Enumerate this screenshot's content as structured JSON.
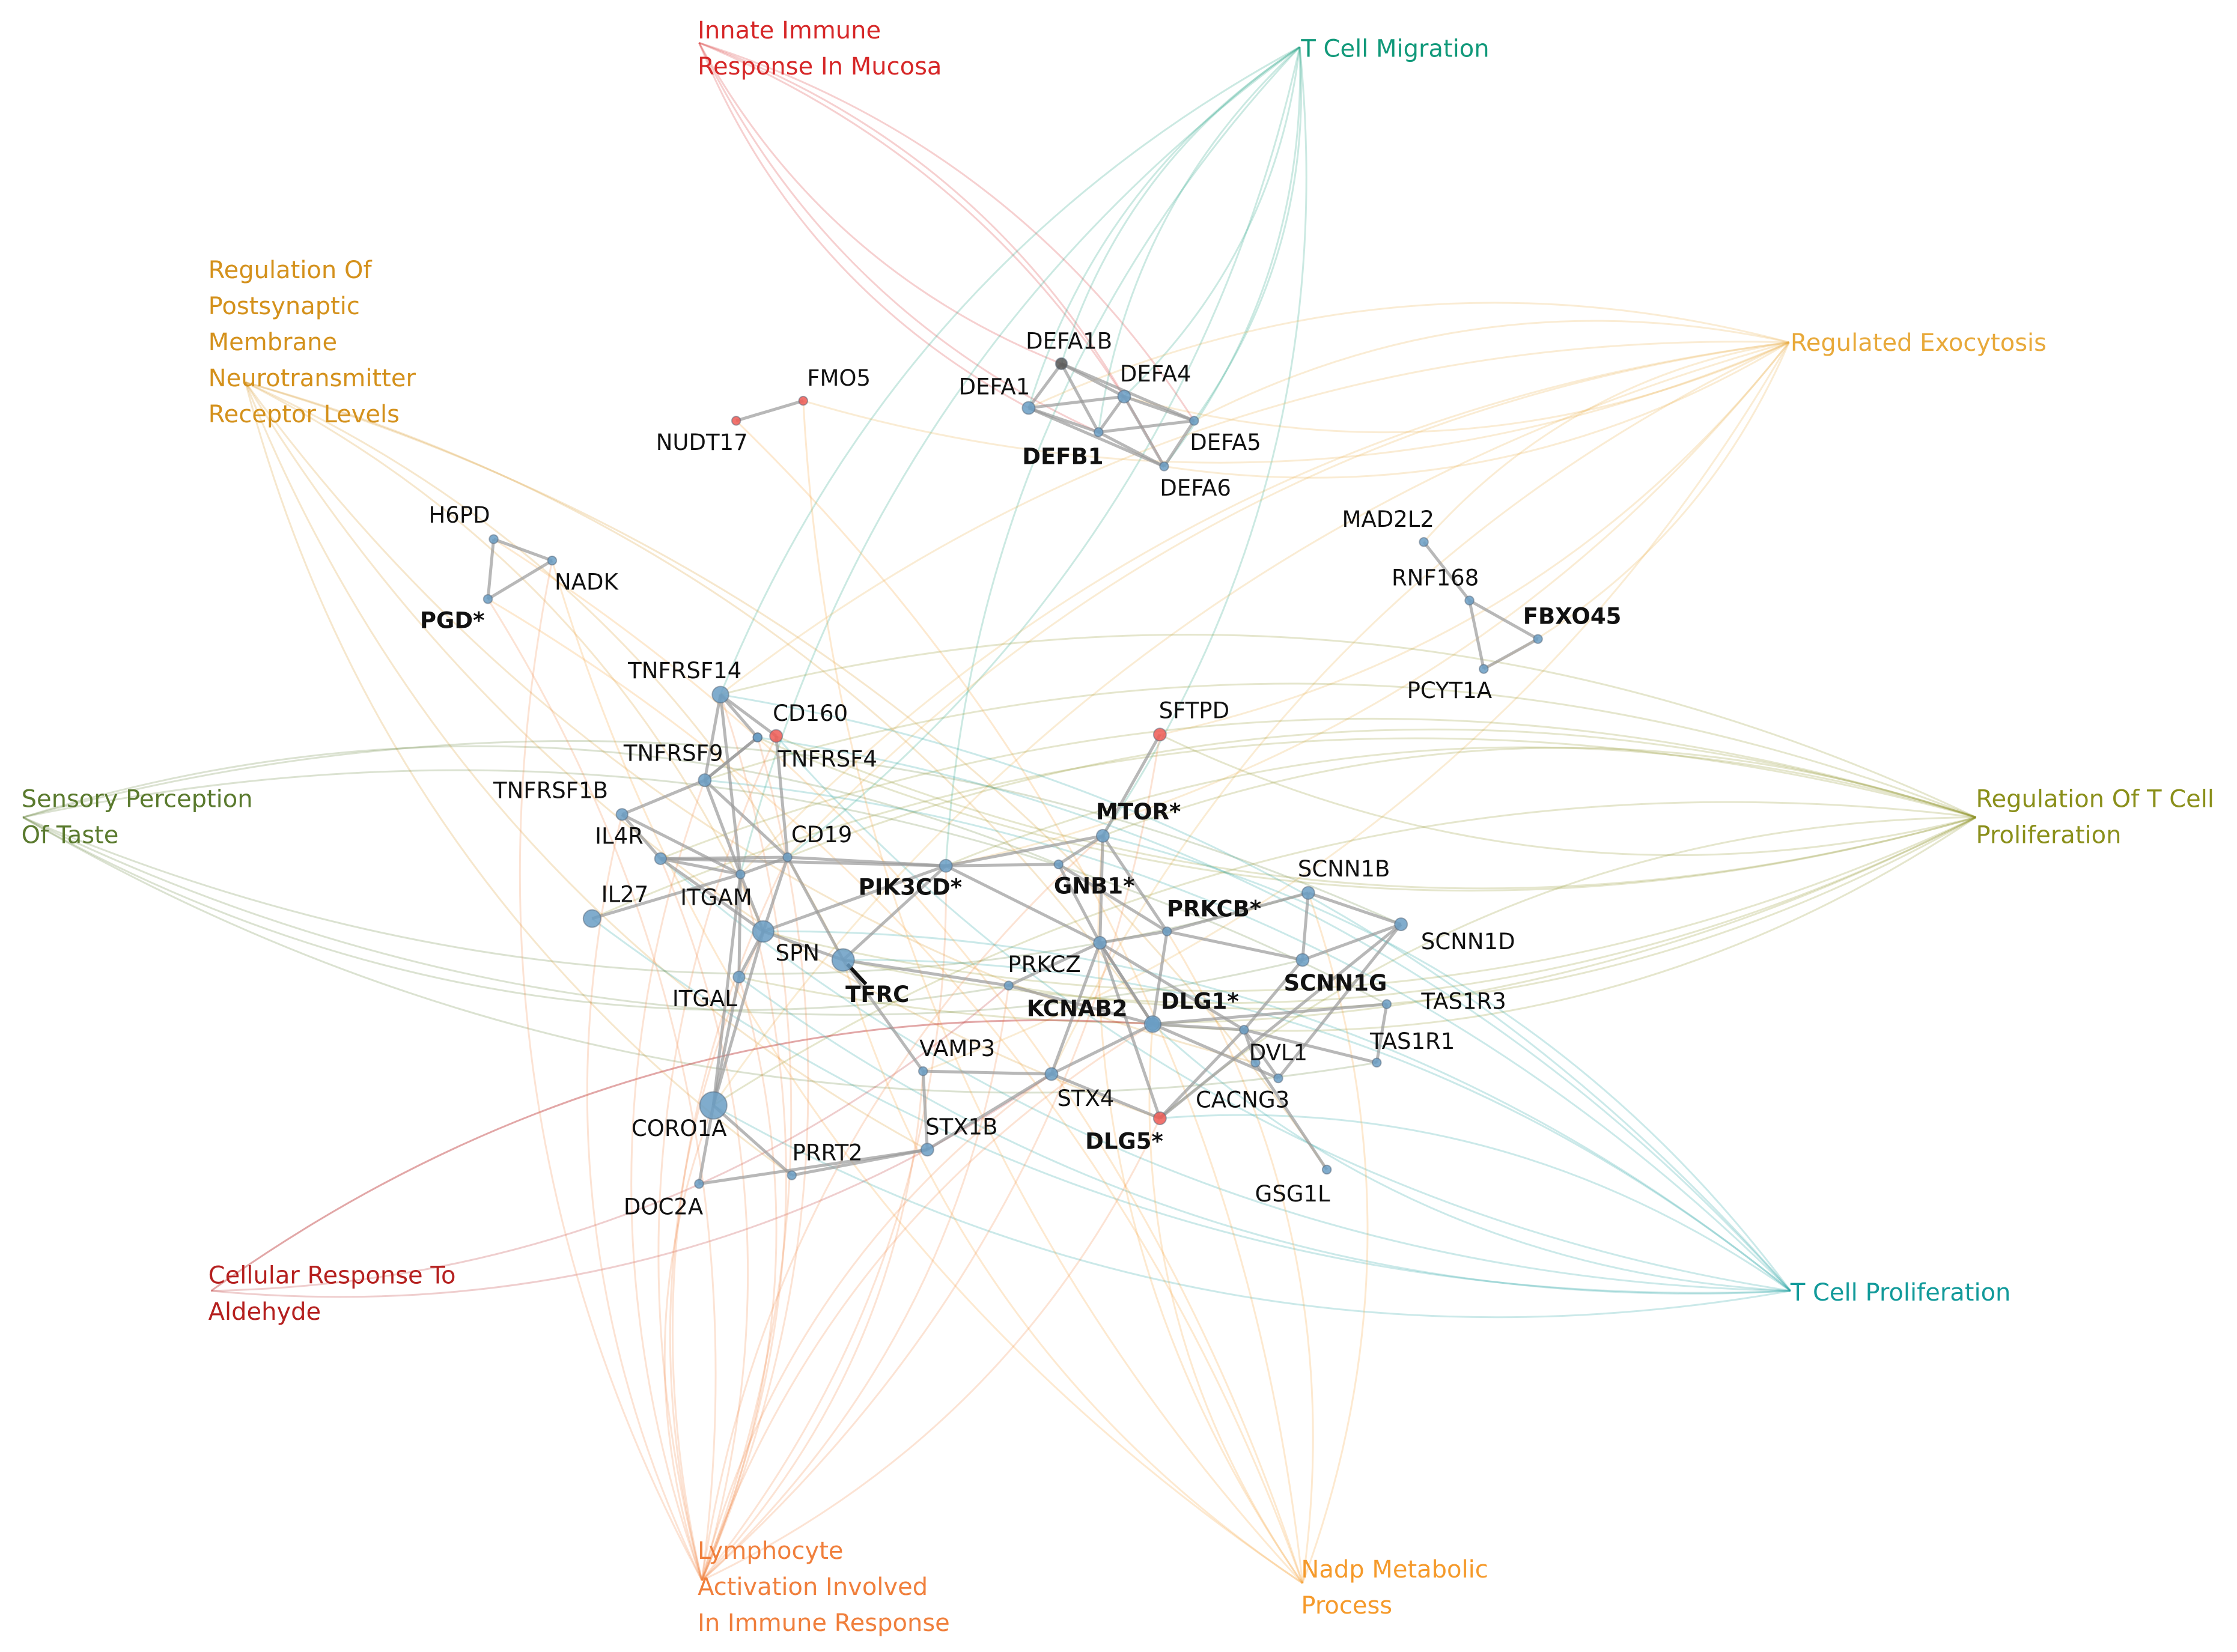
{
  "terms": [
    {
      "id": "innate",
      "lines": [
        "Innate Immune",
        "Response In Mucosa"
      ],
      "color": "#d62728"
    },
    {
      "id": "tmig",
      "lines": [
        "T Cell Migration"
      ],
      "color": "#11997a"
    },
    {
      "id": "postsyn",
      "lines": [
        "Regulation Of",
        "Postsynaptic",
        "Membrane",
        "Neurotransmitter",
        "Receptor Levels"
      ],
      "color": "#d4911c"
    },
    {
      "id": "exo",
      "lines": [
        "Regulated Exocytosis"
      ],
      "color": "#e8a93a"
    },
    {
      "id": "taste",
      "lines": [
        "Sensory Perception",
        "Of Taste"
      ],
      "color": "#5a7a2e"
    },
    {
      "id": "tprolreg",
      "lines": [
        "Regulation Of T Cell",
        "Proliferation"
      ],
      "color": "#8a8f1a"
    },
    {
      "id": "aldehyde",
      "lines": [
        "Cellular Response To",
        "Aldehyde"
      ],
      "color": "#b5201f"
    },
    {
      "id": "tprol",
      "lines": [
        "T Cell Proliferation"
      ],
      "color": "#129a9a"
    },
    {
      "id": "lymph",
      "lines": [
        "Lymphocyte",
        "Activation Involved",
        "In Immune Response"
      ],
      "color": "#f07f3c"
    },
    {
      "id": "nadp",
      "lines": [
        "Nadp Metabolic",
        "Process"
      ],
      "color": "#f59a2b"
    }
  ],
  "genes": [
    {
      "id": "DEFA1B",
      "label": "DEFA1B",
      "color": "#555555",
      "size": 1.2
    },
    {
      "id": "DEFA4",
      "label": "DEFA4",
      "color": "#6a9ec4",
      "size": 1.3
    },
    {
      "id": "DEFA1",
      "label": "DEFA1",
      "color": "#6a9ec4",
      "size": 1.3
    },
    {
      "id": "DEFA5",
      "label": "DEFA5",
      "color": "#6a9ec4",
      "size": 0.9
    },
    {
      "id": "DEFB1",
      "label": "DEFB1",
      "color": "#6a9ec4",
      "size": 0.9,
      "bold": true
    },
    {
      "id": "DEFA6",
      "label": "DEFA6",
      "color": "#6a9ec4",
      "size": 0.9
    },
    {
      "id": "FMO5",
      "label": "FMO5",
      "color": "#ee5a55",
      "size": 0.9
    },
    {
      "id": "NUDT17",
      "label": "NUDT17",
      "color": "#ee5a55",
      "size": 0.9
    },
    {
      "id": "H6PD",
      "label": "H6PD",
      "color": "#6a9ec4",
      "size": 0.9
    },
    {
      "id": "NADK",
      "label": "NADK",
      "color": "#6a9ec4",
      "size": 0.9
    },
    {
      "id": "PGD",
      "label": "PGD*",
      "color": "#6a9ec4",
      "size": 0.9,
      "bold": true
    },
    {
      "id": "MAD2L2",
      "label": "MAD2L2",
      "color": "#6a9ec4",
      "size": 0.9
    },
    {
      "id": "RNF168",
      "label": "RNF168",
      "color": "#6a9ec4",
      "size": 0.9
    },
    {
      "id": "FBXO45",
      "label": "FBXO45",
      "color": "#6a9ec4",
      "size": 0.9,
      "bold": true
    },
    {
      "id": "PCYT1A",
      "label": "PCYT1A",
      "color": "#6a9ec4",
      "size": 0.9
    },
    {
      "id": "TNFRSF14",
      "label": "TNFRSF14",
      "color": "#6a9ec4",
      "size": 1.7
    },
    {
      "id": "CD160",
      "label": "CD160",
      "color": "#ee5a55",
      "size": 1.3
    },
    {
      "id": "TNFRSF9",
      "label": "TNFRSF9",
      "color": "#6a9ec4",
      "size": 1.3
    },
    {
      "id": "TNFRSF4",
      "label": "TNFRSF4",
      "color": "#6a9ec4",
      "size": 0.9
    },
    {
      "id": "TNFRSF1B",
      "label": "TNFRSF1B",
      "color": "#6a9ec4",
      "size": 1.2
    },
    {
      "id": "IL4R",
      "label": "IL4R",
      "color": "#6a9ec4",
      "size": 1.2
    },
    {
      "id": "CD19",
      "label": "CD19",
      "color": "#6a9ec4",
      "size": 0.9
    },
    {
      "id": "ITGAM",
      "label": "ITGAM",
      "color": "#6a9ec4",
      "size": 0.9
    },
    {
      "id": "IL27",
      "label": "IL27",
      "color": "#6a9ec4",
      "size": 1.8
    },
    {
      "id": "SPN",
      "label": "SPN",
      "color": "#6a9ec4",
      "size": 2.2
    },
    {
      "id": "TFRC",
      "label": "TFRC",
      "color": "#6a9ec4",
      "size": 2.3,
      "bold": true
    },
    {
      "id": "ITGAL",
      "label": "ITGAL",
      "color": "#6a9ec4",
      "size": 1.2
    },
    {
      "id": "CORO1A",
      "label": "CORO1A",
      "color": "#6a9ec4",
      "size": 2.8
    },
    {
      "id": "DOC2A",
      "label": "DOC2A",
      "color": "#6a9ec4",
      "size": 0.9
    },
    {
      "id": "PRRT2",
      "label": "PRRT2",
      "color": "#6a9ec4",
      "size": 0.9
    },
    {
      "id": "STX1B",
      "label": "STX1B",
      "color": "#6a9ec4",
      "size": 1.3
    },
    {
      "id": "VAMP3",
      "label": "VAMP3",
      "color": "#6a9ec4",
      "size": 0.9
    },
    {
      "id": "STX4",
      "label": "STX4",
      "color": "#6a9ec4",
      "size": 1.3
    },
    {
      "id": "PRKCZ",
      "label": "PRKCZ",
      "color": "#6a9ec4",
      "size": 0.9
    },
    {
      "id": "PIK3CD",
      "label": "PIK3CD*",
      "color": "#6a9ec4",
      "size": 1.3,
      "bold": true
    },
    {
      "id": "MTOR",
      "label": "MTOR*",
      "color": "#6a9ec4",
      "size": 1.3,
      "bold": true
    },
    {
      "id": "SFTPD",
      "label": "SFTPD",
      "color": "#ee5a55",
      "size": 1.3
    },
    {
      "id": "GNB1",
      "label": "GNB1*",
      "color": "#6a9ec4",
      "size": 0.9,
      "bold": true
    },
    {
      "id": "PRKCB",
      "label": "PRKCB*",
      "color": "#6a9ec4",
      "size": 0.9,
      "bold": true
    },
    {
      "id": "KCNAB2",
      "label": "KCNAB2",
      "color": "#6a9ec4",
      "size": 1.3,
      "bold": true
    },
    {
      "id": "DLG1",
      "label": "DLG1*",
      "color": "#6a9ec4",
      "size": 1.7,
      "bold": true
    },
    {
      "id": "SCNN1B",
      "label": "SCNN1B",
      "color": "#6a9ec4",
      "size": 1.3
    },
    {
      "id": "SCNN1D",
      "label": "SCNN1D",
      "color": "#6a9ec4",
      "size": 1.3
    },
    {
      "id": "SCNN1G",
      "label": "SCNN1G",
      "color": "#6a9ec4",
      "size": 1.3,
      "bold": true
    },
    {
      "id": "TAS1R3",
      "label": "TAS1R3",
      "color": "#6a9ec4",
      "size": 0.9
    },
    {
      "id": "TAS1R1",
      "label": "TAS1R1",
      "color": "#6a9ec4",
      "size": 0.9
    },
    {
      "id": "DVL1",
      "label": "DVL1",
      "color": "#6a9ec4",
      "size": 0.9
    },
    {
      "id": "CACNG3",
      "label": "CACNG3",
      "color": "#6a9ec4",
      "size": 0.9
    },
    {
      "id": "DLG5",
      "label": "DLG5*",
      "color": "#ee5a55",
      "size": 1.3,
      "bold": true
    },
    {
      "id": "GSG1L",
      "label": "GSG1L",
      "color": "#6a9ec4",
      "size": 0.9
    },
    {
      "id": "IL_hub",
      "label": "",
      "color": "#6a9ec4",
      "size": 0.9
    },
    {
      "id": "PRKC_hub",
      "label": "",
      "color": "#6a9ec4",
      "size": 1.3
    },
    {
      "id": "DLG_hub",
      "label": "",
      "color": "#6a9ec4",
      "size": 0.9
    }
  ],
  "ppi_edges": [
    [
      "DEFA1B",
      "DEFA4"
    ],
    [
      "DEFA1B",
      "DEFA1"
    ],
    [
      "DEFA1B",
      "DEFB1"
    ],
    [
      "DEFA1B",
      "DEFA5"
    ],
    [
      "DEFA1",
      "DEFA4"
    ],
    [
      "DEFA1",
      "DEFB1"
    ],
    [
      "DEFA1",
      "DEFA6"
    ],
    [
      "DEFA4",
      "DEFB1"
    ],
    [
      "DEFA4",
      "DEFA5"
    ],
    [
      "DEFA4",
      "DEFA6"
    ],
    [
      "DEFB1",
      "DEFA5"
    ],
    [
      "DEFA5",
      "DEFA6"
    ],
    [
      "DEFB1",
      "DEFA6"
    ],
    [
      "FMO5",
      "NUDT17"
    ],
    [
      "H6PD",
      "NADK"
    ],
    [
      "H6PD",
      "PGD"
    ],
    [
      "NADK",
      "PGD"
    ],
    [
      "MAD2L2",
      "RNF168"
    ],
    [
      "RNF168",
      "FBXO45"
    ],
    [
      "RNF168",
      "PCYT1A"
    ],
    [
      "FBXO45",
      "PCYT1A"
    ],
    [
      "TNFRSF14",
      "CD160"
    ],
    [
      "TNFRSF14",
      "TNFRSF9"
    ],
    [
      "TNFRSF14",
      "IL_hub"
    ],
    [
      "TNFRSF14",
      "ITGAM"
    ],
    [
      "TNFRSF9",
      "TNFRSF4"
    ],
    [
      "TNFRSF9",
      "IL_hub"
    ],
    [
      "TNFRSF9",
      "CD19"
    ],
    [
      "TNFRSF9",
      "ITGAM"
    ],
    [
      "TNFRSF9",
      "TNFRSF1B"
    ],
    [
      "TNFRSF4",
      "IL_hub"
    ],
    [
      "TNFRSF1B",
      "ITGAM"
    ],
    [
      "TNFRSF1B",
      "IL4R"
    ],
    [
      "IL4R",
      "ITGAM"
    ],
    [
      "IL4R",
      "CD19"
    ],
    [
      "IL4R",
      "PIK3CD"
    ],
    [
      "IL4R",
      "SPN"
    ],
    [
      "CD19",
      "ITGAM"
    ],
    [
      "CD19",
      "PIK3CD"
    ],
    [
      "CD19",
      "SPN"
    ],
    [
      "CD19",
      "TFRC"
    ],
    [
      "CD19",
      "CD160"
    ],
    [
      "ITGAM",
      "SPN"
    ],
    [
      "ITGAM",
      "ITGAL"
    ],
    [
      "ITGAM",
      "CORO1A"
    ],
    [
      "ITGAM",
      "IL27"
    ],
    [
      "SPN",
      "ITGAL"
    ],
    [
      "SPN",
      "CORO1A"
    ],
    [
      "SPN",
      "TFRC"
    ],
    [
      "SPN",
      "PIK3CD"
    ],
    [
      "TFRC",
      "PRKCZ"
    ],
    [
      "TFRC",
      "VAMP3"
    ],
    [
      "TFRC",
      "PIK3CD"
    ],
    [
      "ITGAL",
      "CORO1A"
    ],
    [
      "CORO1A",
      "DOC2A"
    ],
    [
      "CORO1A",
      "PRRT2"
    ],
    [
      "DOC2A",
      "STX1B"
    ],
    [
      "PRRT2",
      "STX1B"
    ],
    [
      "STX1B",
      "STX4"
    ],
    [
      "VAMP3",
      "STX4"
    ],
    [
      "VAMP3",
      "STX1B"
    ],
    [
      "STX4",
      "PRKC_hub"
    ],
    [
      "STX4",
      "DLG5"
    ],
    [
      "STX4",
      "KCNAB2"
    ],
    [
      "PRKCZ",
      "PRKC_hub"
    ],
    [
      "PRKCZ",
      "DLG1"
    ],
    [
      "PIK3CD",
      "MTOR"
    ],
    [
      "PIK3CD",
      "GNB1"
    ],
    [
      "PIK3CD",
      "PRKC_hub"
    ],
    [
      "MTOR",
      "SFTPD"
    ],
    [
      "MTOR",
      "PRKCB"
    ],
    [
      "MTOR",
      "PRKC_hub"
    ],
    [
      "MTOR",
      "GNB1"
    ],
    [
      "GNB1",
      "PRKC_hub"
    ],
    [
      "GNB1",
      "PRKCB"
    ],
    [
      "PRKCB",
      "PRKC_hub"
    ],
    [
      "PRKCB",
      "SCNN1B"
    ],
    [
      "PRKCB",
      "SCNN1G"
    ],
    [
      "PRKCB",
      "DLG1"
    ],
    [
      "PRKC_hub",
      "DLG1"
    ],
    [
      "PRKC_hub",
      "KCNAB2"
    ],
    [
      "PRKC_hub",
      "DLG_hub"
    ],
    [
      "DLG1",
      "DLG_hub"
    ],
    [
      "DLG1",
      "KCNAB2"
    ],
    [
      "DLG1",
      "DVL1"
    ],
    [
      "DLG1",
      "TAS1R3"
    ],
    [
      "DLG_hub",
      "DVL1"
    ],
    [
      "DLG_hub",
      "TAS1R1"
    ],
    [
      "DLG_hub",
      "CACNG3"
    ],
    [
      "DLG_hub",
      "DLG5"
    ],
    [
      "SCNN1B",
      "SCNN1D"
    ],
    [
      "SCNN1B",
      "SCNN1G"
    ],
    [
      "SCNN1D",
      "SCNN1G"
    ],
    [
      "SCNN1D",
      "DVL1"
    ],
    [
      "SCNN1D",
      "DLG5"
    ],
    [
      "SCNN1G",
      "DLG_hub"
    ],
    [
      "TAS1R3",
      "TAS1R1"
    ],
    [
      "CACNG3",
      "GSG1L"
    ],
    [
      "DLG5",
      "PRKC_hub"
    ]
  ],
  "enrichment_edges": {
    "innate": [
      "DEFA1B",
      "DEFA4",
      "DEFA1",
      "DEFA5",
      "DEFB1",
      "DEFA6"
    ],
    "tmig": [
      "DEFA1B",
      "DEFA4",
      "DEFA1",
      "DEFA5",
      "DEFB1",
      "DEFA6",
      "TNFRSF14",
      "CD19",
      "ITGAM",
      "MTOR",
      "PIK3CD"
    ],
    "postsyn": [
      "PRRT2",
      "DLG1",
      "CACNG3",
      "GSG1L",
      "STX1B",
      "TFRC",
      "DLG5",
      "SPN"
    ],
    "exo": [
      "DEFA1",
      "DEFA4",
      "DEFA5",
      "DEFA6",
      "CORO1A",
      "PIK3CD",
      "TNFRSF14",
      "VAMP3",
      "STX4",
      "FMO5",
      "MAD2L2",
      "PCYT1A",
      "ITGAM",
      "SFTPD",
      "CD19"
    ],
    "taste": [
      "SCNN1B",
      "SCNN1D",
      "SCNN1G",
      "TAS1R3",
      "TAS1R1",
      "GNB1",
      "PRKCZ"
    ],
    "tprolreg": [
      "TNFRSF14",
      "CD160",
      "TNFRSF9",
      "TNFRSF4",
      "IL4R",
      "SPN",
      "CORO1A",
      "ITGAL",
      "MTOR",
      "SFTPD",
      "PIK3CD",
      "PRKCZ",
      "IL27",
      "DLG1",
      "DLG5",
      "TFRC",
      "CD19"
    ],
    "aldehyde": [
      "PRKCZ",
      "DLG1",
      "STX4",
      "KCNAB2"
    ],
    "tprol": [
      "TNFRSF14",
      "CD160",
      "TNFRSF9",
      "IL4R",
      "SPN",
      "CORO1A",
      "MTOR",
      "DLG1",
      "DLG5",
      "IL27",
      "TNFRSF4",
      "ITGAL",
      "TFRC"
    ],
    "lymph": [
      "TNFRSF14",
      "TNFRSF9",
      "TNFRSF4",
      "TNFRSF1B",
      "IL4R",
      "CD19",
      "ITGAM",
      "SPN",
      "ITGAL",
      "CORO1A",
      "PIK3CD",
      "MTOR",
      "PRKCZ",
      "DLG1",
      "SFTPD",
      "CD160",
      "PGD",
      "NADK",
      "DLG5",
      "STX4",
      "VAMP3"
    ],
    "nadp": [
      "H6PD",
      "NADK",
      "PGD",
      "FMO5",
      "NUDT17",
      "MTOR",
      "PRKCB",
      "DLG1",
      "SCNN1B",
      "TFRC"
    ]
  }
}
